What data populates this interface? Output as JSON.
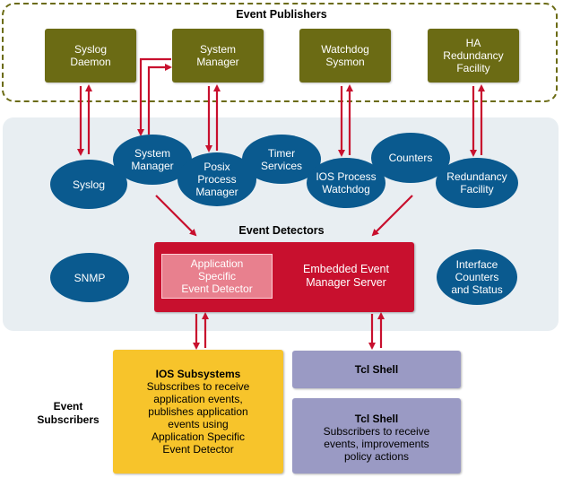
{
  "publishers": {
    "title": "Event Publishers",
    "items": [
      {
        "label": "Syslog\nDaemon"
      },
      {
        "label": "System\nManager"
      },
      {
        "label": "Watchdog\nSysmon"
      },
      {
        "label": "HA\nRedundancy\nFacility"
      }
    ]
  },
  "detectors": {
    "title": "Event Detectors",
    "items": [
      {
        "label": "Syslog"
      },
      {
        "label": "System\nManager"
      },
      {
        "label": "Posix\nProcess\nManager"
      },
      {
        "label": "Timer\nServices"
      },
      {
        "label": "IOS Process\nWatchdog"
      },
      {
        "label": "Counters"
      },
      {
        "label": "Redundancy\nFacility"
      },
      {
        "label": "SNMP"
      },
      {
        "label": "Interface\nCounters\nand Status"
      }
    ]
  },
  "eem": {
    "server_label": "Embedded Event\nManager Server",
    "detector_label": "Application\nSpecific\nEvent Detector"
  },
  "subscribers": {
    "title": "Event\nSubscribers",
    "ios": {
      "title": "IOS Subsystems",
      "text": "Subscribes to receive\napplication events,\npublishes application\nevents using\nApplication Specific\nEvent Detector"
    },
    "tcl1": {
      "title": "Tcl Shell"
    },
    "tcl2": {
      "title": "Tcl Shell",
      "text": "Subscribers to receive\nevents, improvements\npolicy actions"
    }
  },
  "colors": {
    "publisher_box": "#6b6b14",
    "publisher_border": "#6b6b14",
    "detector_band": "#e8eef2",
    "ellipse": "#0a5a8f",
    "eem_red": "#c8102e",
    "eem_inner": "#e8808e",
    "ios_yellow": "#f7c42b",
    "tcl_purple": "#9a9ac4",
    "arrow": "#c8102e"
  }
}
